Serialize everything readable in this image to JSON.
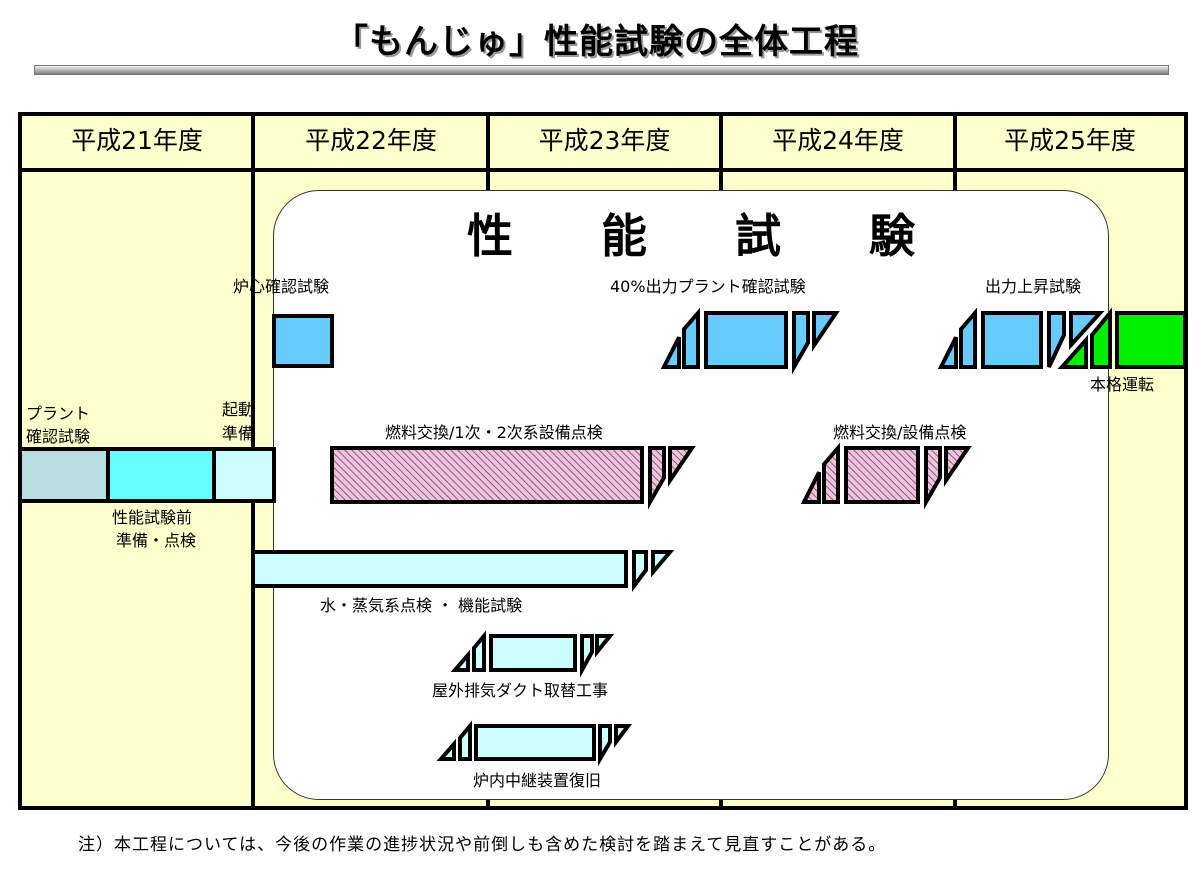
{
  "title": "「もんじゅ」性能試験の全体工程",
  "years": [
    "平成21年度",
    "平成22年度",
    "平成23年度",
    "平成24年度",
    "平成25年度"
  ],
  "panel_title": [
    "性",
    "能",
    "試",
    "験"
  ],
  "colors": {
    "background_yellow": "#ffffcc",
    "test_blue": "#66ccff",
    "fuel_pink": "#cc99bb",
    "light_cyan": "#ccffff",
    "cyan": "#66ffff",
    "plant_gray": "#b9dce0",
    "operation_green": "#00ee00"
  },
  "labels": {
    "core_test": "炉心確認試験",
    "plant40": "40%出力プラント確認試験",
    "power_up": "出力上昇試験",
    "full_operation": "本格運転",
    "plant_check_l1": "プラント",
    "plant_check_l2": "確認試験",
    "startup_l1": "起動",
    "startup_l2": "準備",
    "pretest_l1": "性能試験前",
    "pretest_l2": "準備・点検",
    "fuel1": "燃料交換/1次・2次系設備点検",
    "fuel2": "燃料交換/設備点検",
    "water_steam": "水・蒸気系点検 ・ 機能試験",
    "exhaust_duct": "屋外排気ダクト取替工事",
    "relay_device": "炉内中継装置復旧"
  },
  "schedule": [
    {
      "task": "プラント確認試験",
      "fiscal_start": 21.0,
      "fiscal_end": 21.37,
      "type": "solid"
    },
    {
      "task": "性能試験前準備・点検",
      "fiscal_start": 21.37,
      "fiscal_end": 21.83,
      "type": "solid"
    },
    {
      "task": "起動準備",
      "fiscal_start": 21.83,
      "fiscal_end": 22.08,
      "type": "solid"
    },
    {
      "task": "炉心確認試験",
      "fiscal_start": 22.08,
      "fiscal_end": 22.33,
      "type": "solid"
    },
    {
      "task": "燃料交換/1次・2次系設備点検",
      "fiscal_start": 22.33,
      "fiscal_end": 23.65,
      "type": "fuzzy-end"
    },
    {
      "task": "水・蒸気系点検・機能試験",
      "fiscal_start": 22.0,
      "fiscal_end": 23.6,
      "type": "fuzzy-end"
    },
    {
      "task": "屋外排気ダクト取替工事",
      "fiscal_start": 22.8,
      "fiscal_end": 23.5,
      "type": "fuzzy-both"
    },
    {
      "task": "炉内中継装置復旧",
      "fiscal_start": 22.8,
      "fiscal_end": 23.55,
      "type": "fuzzy-both"
    },
    {
      "task": "40%出力プラント確認試験",
      "fiscal_start": 23.85,
      "fiscal_end": 24.45,
      "type": "fuzzy-both"
    },
    {
      "task": "燃料交換/設備点検",
      "fiscal_start": 24.3,
      "fiscal_end": 24.95,
      "type": "fuzzy-both"
    },
    {
      "task": "出力上昇試験",
      "fiscal_start": 24.95,
      "fiscal_end": 25.7,
      "type": "fuzzy-both"
    },
    {
      "task": "本格運転",
      "fiscal_start": 25.5,
      "fiscal_end": 26.0,
      "type": "fuzzy-start"
    }
  ],
  "note": "注）本工程については、今後の作業の進捗状況や前倒しも含めた検討を踏まえて見直すことがある。"
}
